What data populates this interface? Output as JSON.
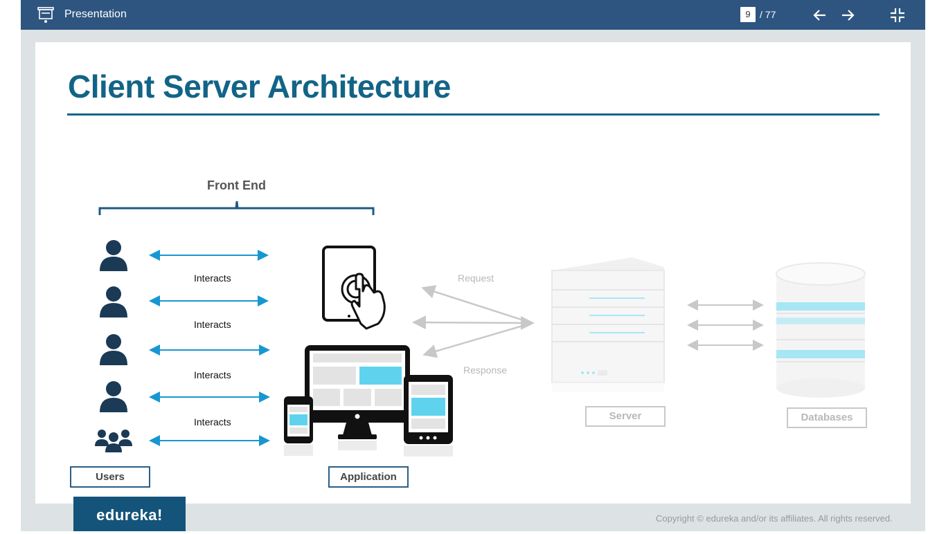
{
  "window": {
    "title": "Presentation",
    "current_page": "9",
    "total_pages": "/ 77"
  },
  "slide": {
    "title": "Client Server Architecture",
    "front_end_label": "Front End",
    "interacts_labels": [
      "Interacts",
      "Interacts",
      "Interacts",
      "Interacts"
    ],
    "request_label": "Request",
    "response_label": "Response",
    "users_label": "Users",
    "application_label": "Application",
    "server_label": "Server",
    "databases_label": "Databases",
    "logo": "edureka!",
    "copyright": "Copyright © edureka and/or its affiliates. All rights reserved."
  },
  "colors": {
    "toolbar": "#2e5580",
    "title": "#126487",
    "arrow_blue": "#1797d1",
    "accent_cyan": "#5fd3ee",
    "faded_gray": "#c8c8c8"
  },
  "icons": [
    "presentation-icon",
    "arrow-left-icon",
    "arrow-right-icon",
    "exit-fullscreen-icon",
    "user-icon",
    "group-icon",
    "tablet-touch-icon",
    "devices-icon",
    "server-icon",
    "database-icon"
  ]
}
